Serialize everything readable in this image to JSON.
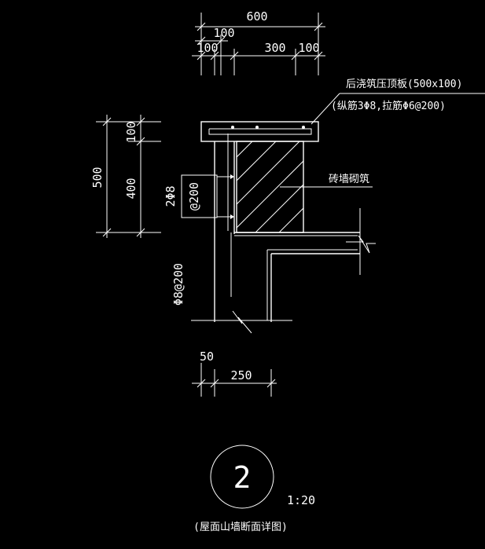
{
  "drawing": {
    "top_dimensions": {
      "overall": "600",
      "offset": "100",
      "left": "100",
      "middle": "300",
      "right": "100"
    },
    "left_dimensions": {
      "overall": "500",
      "upper": "100",
      "lower": "400"
    },
    "coping_note": {
      "line1": "后浇筑压顶板(500x100)",
      "line2": "(纵筋3Φ8,拉筋Φ6@200)"
    },
    "masonry_label": "砖墙砌筑",
    "stirrup_label": {
      "line1": "2Φ8",
      "line2": "@200"
    },
    "vertical_bar_label": "Φ8@200",
    "bottom_dimensions": {
      "offset": "50",
      "width": "250"
    },
    "detail_number": "2",
    "scale": "1:20",
    "caption": "(屋面山墙断面详图)"
  }
}
